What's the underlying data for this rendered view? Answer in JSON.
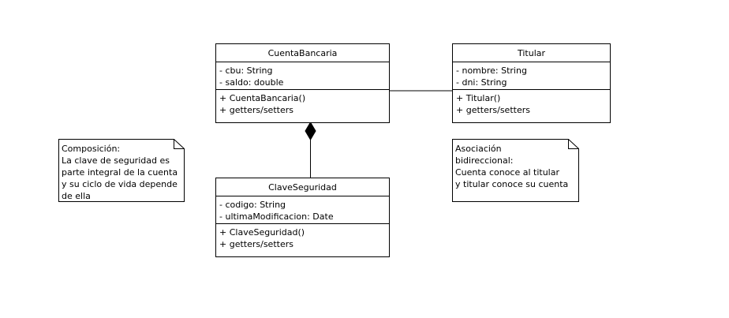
{
  "classes": {
    "cuenta": {
      "name": "CuentaBancaria",
      "attributes": [
        "- cbu: String",
        "- saldo: double"
      ],
      "operations": [
        "+ CuentaBancaria()",
        "+ getters/setters"
      ]
    },
    "titular": {
      "name": "Titular",
      "attributes": [
        "- nombre: String",
        "- dni: String"
      ],
      "operations": [
        "+ Titular()",
        "+ getters/setters"
      ]
    },
    "clave": {
      "name": "ClaveSeguridad",
      "attributes": [
        "- codigo: String",
        "- ultimaModificacion: Date"
      ],
      "operations": [
        "+ ClaveSeguridad()",
        "+ getters/setters"
      ]
    }
  },
  "notes": {
    "composicion": [
      "Composición:",
      "La clave de seguridad es",
      "parte integral de la cuenta",
      "y su ciclo de vida depende",
      "de ella"
    ],
    "asociacion": [
      "Asociación",
      "bidireccional:",
      "Cuenta conoce al titular",
      "y titular conoce su cuenta"
    ]
  },
  "relationships": [
    {
      "type": "association",
      "from": "CuentaBancaria",
      "to": "Titular"
    },
    {
      "type": "composition",
      "whole": "CuentaBancaria",
      "part": "ClaveSeguridad"
    }
  ]
}
